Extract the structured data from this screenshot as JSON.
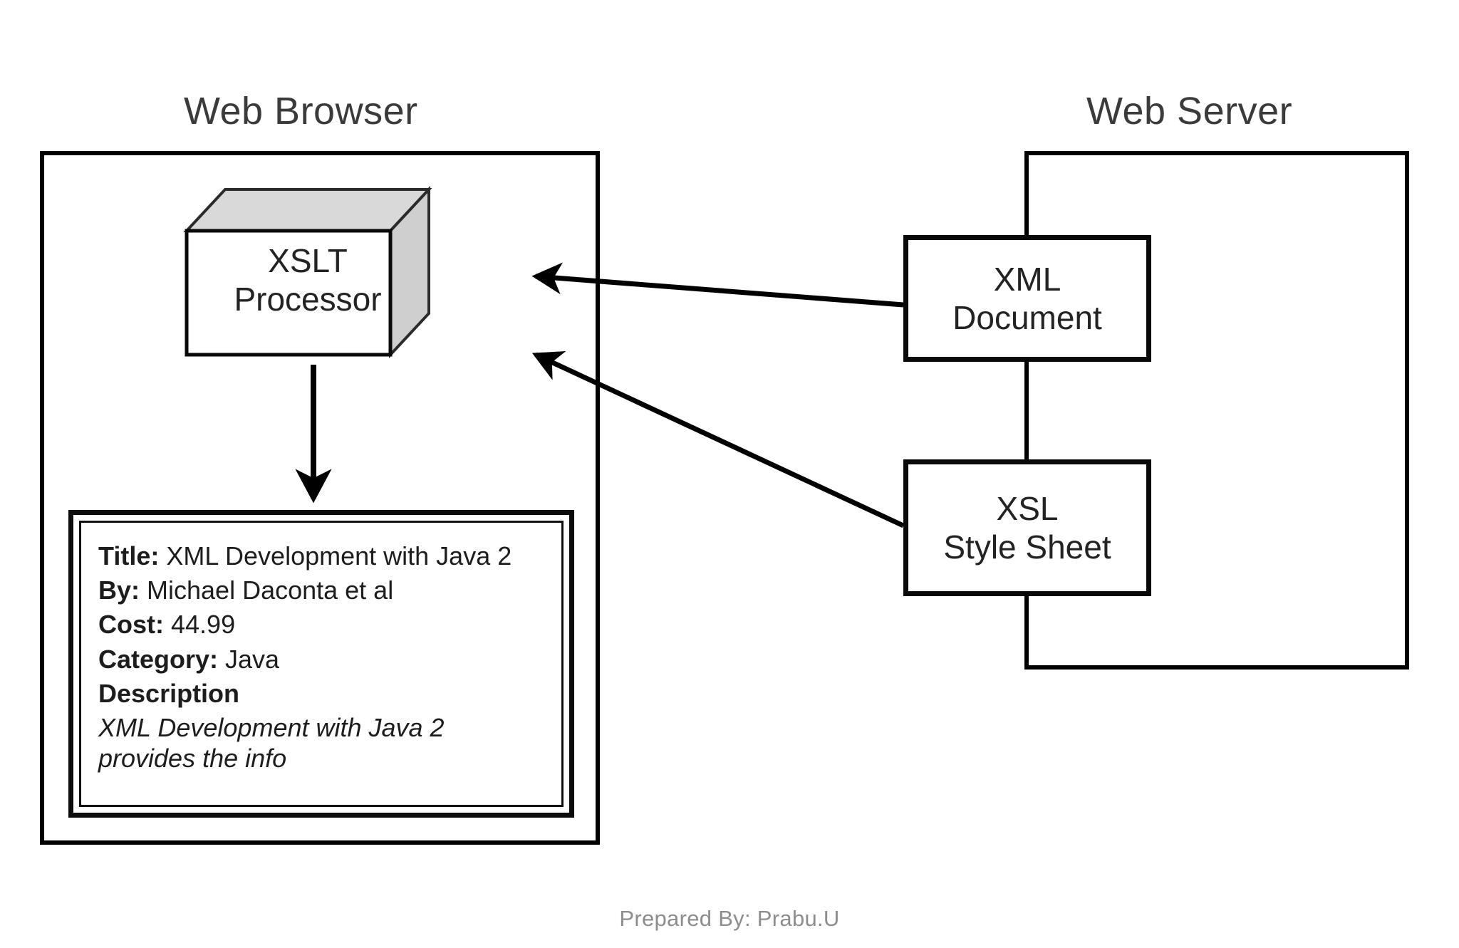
{
  "diagram": {
    "browser": {
      "title": "Web Browser",
      "processor": {
        "line1": "XSLT",
        "line2": "Processor"
      },
      "result_panel": {
        "title_label": "Title:",
        "title_value": " XML Development with Java 2",
        "by_label": "By:",
        "by_value": " Michael Daconta et al",
        "cost_label": "Cost:",
        "cost_value": " 44.99",
        "category_label": "Category:",
        "category_value": " Java",
        "description_label": "Description",
        "description_line1": "XML Development with Java 2",
        "description_line2": "provides the info"
      }
    },
    "server": {
      "title": "Web Server",
      "xml_document": {
        "line1": "XML",
        "line2": "Document"
      },
      "xsl_stylesheet": {
        "line1": "XSL",
        "line2": "Style Sheet"
      }
    },
    "arrows": {
      "xml_to_processor": "arrow-left",
      "xsl_to_processor": "arrow-left",
      "processor_to_result": "arrow-down"
    }
  },
  "credit": "Prepared By: Prabu.U",
  "colors": {
    "stroke": "#000000",
    "box_face": "#ffffff",
    "box_top": "#d9d9d9",
    "box_side": "#cfcfcf",
    "title_text": "#3b3b3b",
    "body_text": "#1d1d1d",
    "credit_text": "#8d8d8d",
    "background": "#ffffff"
  }
}
